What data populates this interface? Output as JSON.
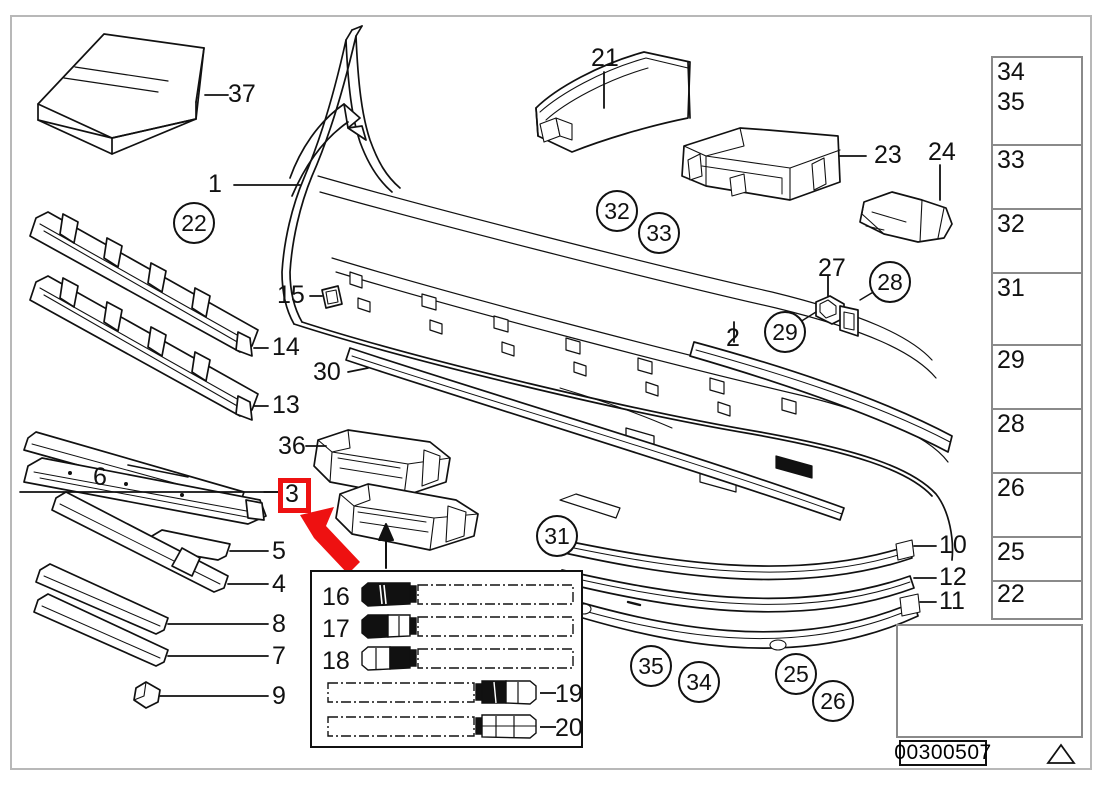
{
  "diagram": {
    "code": "00300507",
    "title": "Front bumper trim panel exploded parts diagram",
    "accent_highlight_color": "#ee1111",
    "frame_color": "#b8b8b8",
    "line_color": "#111111"
  },
  "callouts": [
    {
      "id": "c37",
      "label": "37",
      "note": "packaging carton"
    },
    {
      "id": "c1",
      "label": "1",
      "note": "bumper trim panel"
    },
    {
      "id": "c15",
      "label": "15",
      "note": "small clip"
    },
    {
      "id": "c14",
      "label": "14",
      "note": "grille upper"
    },
    {
      "id": "c13",
      "label": "13",
      "note": "grille lower"
    },
    {
      "id": "c30",
      "label": "30",
      "note": "moulding strip"
    },
    {
      "id": "c6",
      "label": "6",
      "note": "trim strip"
    },
    {
      "id": "c36",
      "label": "36",
      "note": "air duct"
    },
    {
      "id": "c3",
      "label": "3",
      "note": "highlighted part",
      "highlighted": true
    },
    {
      "id": "c5",
      "label": "5",
      "note": "trim strip"
    },
    {
      "id": "c4",
      "label": "4",
      "note": "trim strip"
    },
    {
      "id": "c8",
      "label": "8",
      "note": "trim strip"
    },
    {
      "id": "c7",
      "label": "7",
      "note": "trim strip"
    },
    {
      "id": "c9",
      "label": "9",
      "note": "bushing"
    },
    {
      "id": "c21",
      "label": "21",
      "note": "bracket"
    },
    {
      "id": "c23",
      "label": "23",
      "note": "air duct housing"
    },
    {
      "id": "c24",
      "label": "24",
      "note": "duct elbow"
    },
    {
      "id": "c27",
      "label": "27",
      "note": "retainer"
    },
    {
      "id": "c2",
      "label": "2",
      "note": "bumper moulding"
    },
    {
      "id": "c10",
      "label": "10",
      "note": "lower trim"
    },
    {
      "id": "c12",
      "label": "12",
      "note": "lower trim"
    },
    {
      "id": "c11",
      "label": "11",
      "note": "lower trim"
    }
  ],
  "circled_callouts": [
    {
      "label": "22"
    },
    {
      "label": "32"
    },
    {
      "label": "33"
    },
    {
      "label": "29"
    },
    {
      "label": "28"
    },
    {
      "label": "31"
    },
    {
      "label": "35"
    },
    {
      "label": "34"
    },
    {
      "label": "25"
    },
    {
      "label": "26"
    }
  ],
  "inset": {
    "left_rows": [
      {
        "label": "16",
        "pattern": "dark"
      },
      {
        "label": "17",
        "pattern": "dark-half"
      },
      {
        "label": "18",
        "pattern": "light-dark"
      }
    ],
    "right_rows": [
      {
        "label": "19",
        "pattern": "dark-half"
      },
      {
        "label": "20",
        "pattern": "light"
      }
    ]
  },
  "sidebar": {
    "cells": [
      {
        "numbers": [
          "34",
          "35"
        ],
        "icon": "clip-bracket-icon"
      },
      {
        "numbers": [
          "33"
        ],
        "icon": "cage-nut-icon"
      },
      {
        "numbers": [
          "32"
        ],
        "icon": "hex-screw-icon"
      },
      {
        "numbers": [
          "31"
        ],
        "icon": "expanding-rivet-icon"
      },
      {
        "numbers": [
          "29"
        ],
        "icon": "cage-nut-icon"
      },
      {
        "numbers": [
          "28"
        ],
        "icon": "hex-screw-icon"
      },
      {
        "numbers": [
          "26"
        ],
        "icon": "spring-clip-icon"
      },
      {
        "numbers": [
          "25"
        ],
        "icon": "cage-nut-icon"
      },
      {
        "numbers": [
          "22"
        ],
        "icon": "expanding-rivet-icon"
      }
    ]
  }
}
